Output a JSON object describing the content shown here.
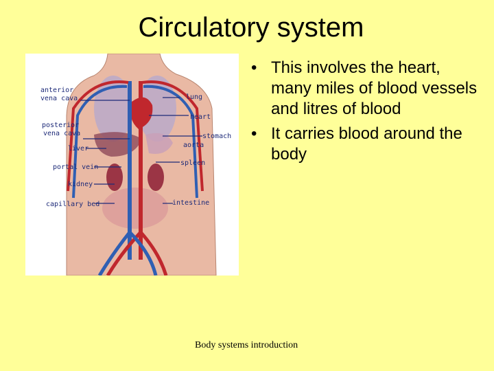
{
  "slide": {
    "title": "Circulatory system",
    "footer": "Body systems introduction",
    "bullets": [
      "This involves the heart, many miles of blood vessels and litres of blood",
      "It carries blood around the body"
    ],
    "bullet_glyph": "•"
  },
  "figure": {
    "labels": {
      "anterior": "anterior",
      "vena_cava_1": "vena cava",
      "posterior": "posterior",
      "vena_cava_2": "vena cava",
      "liver": "liver",
      "portal_vein": "portal vein",
      "kidney": "kidney",
      "capillary_bed": "capillary bed",
      "lung": "lung",
      "heart": "heart",
      "stomach": "stomach",
      "aorta": "aorta",
      "spleen": "spleen",
      "intestine": "intestine"
    },
    "colors": {
      "artery": "#c0272d",
      "vein": "#2f5fb3",
      "skin": "#e9b9a4",
      "label": "#1d2a78"
    }
  }
}
